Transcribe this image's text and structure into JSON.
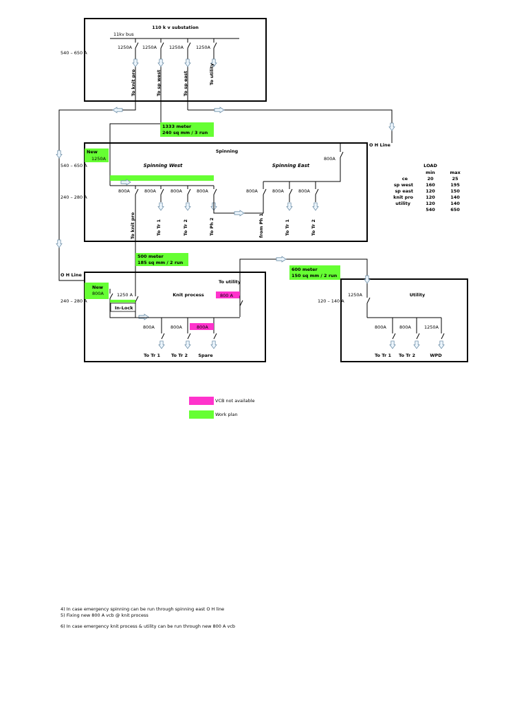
{
  "substation": {
    "title": "110 k v substation",
    "bus_label": "11kv bus",
    "breakers": [
      "1250A",
      "1250A",
      "1250A",
      "1250A"
    ],
    "feeders": [
      "To knit pro",
      "To sp west",
      "To sp east",
      "To utility"
    ],
    "side_current": "540 – 650 A"
  },
  "cable_1": {
    "length": "1333 meter",
    "spec": "240 sq mm / 3 run"
  },
  "spinning": {
    "title": "Spinning",
    "west_title": "Spinning West",
    "east_title": "Spinning East",
    "new_label": "New",
    "incomer": "1250A",
    "east_incomer": "800A",
    "oh_line": "O H Line",
    "side_current_1": "540 – 650 A",
    "side_current_2": "240 – 280 A",
    "west_breakers": [
      "800A",
      "800A",
      "800A",
      "800A"
    ],
    "west_feeders": [
      "To knit pro",
      "To Tr 1",
      "To Tr 2",
      "To Ph 2"
    ],
    "east_breakers": [
      "800A",
      "800A",
      "800A"
    ],
    "east_feeders": [
      "from Ph 1",
      "To Tr 1",
      "To Tr 2"
    ]
  },
  "load_table": {
    "title": "LOAD",
    "headers": [
      "min",
      "max"
    ],
    "rows": [
      {
        "name": "ce",
        "min": "20",
        "max": "25"
      },
      {
        "name": "sp west",
        "min": "160",
        "max": "195"
      },
      {
        "name": "sp east",
        "min": "120",
        "max": "150"
      },
      {
        "name": "knit pro",
        "min": "120",
        "max": "140"
      },
      {
        "name": "utility",
        "min": "120",
        "max": "140"
      }
    ],
    "total_min": "540",
    "total_max": "650"
  },
  "cable_2": {
    "length": "500 meter",
    "spec": "185 sq mm / 2 run"
  },
  "cable_3": {
    "length": "600 meter",
    "spec": "150 sq mm / 2 run"
  },
  "knit": {
    "title": "Knit process",
    "oh_line": "O H Line",
    "new_label": "New",
    "new_breaker": "800A",
    "incomer": "1250 A",
    "interlock": "In-Lock",
    "to_utility": "To utility",
    "utility_breaker": "800 A",
    "side_current": "240 – 280 A",
    "breakers": [
      "800A",
      "800A",
      "800A"
    ],
    "feeders": [
      "To Tr 1",
      "To Tr 2",
      "Spare"
    ]
  },
  "utility": {
    "title": "Utility",
    "incomer": "1250A",
    "side_current": "120 – 140 A",
    "breakers": [
      "800A",
      "800A",
      "1250A"
    ],
    "feeders": [
      "To Tr 1",
      "To Tr 2",
      "WPD"
    ]
  },
  "legend": {
    "vcb_text": "VCB not available",
    "plan_text": "Work plan",
    "colors": {
      "vcb": "#ff33cc",
      "plan": "#66ff33"
    }
  },
  "notes": [
    "4) In case emergency spinning can be run through spinning east O H line",
    "5) Fixing new 800 A vcb @ knit process",
    "6) In case emergency knit process & utility can be run through new 800 A vcb"
  ]
}
